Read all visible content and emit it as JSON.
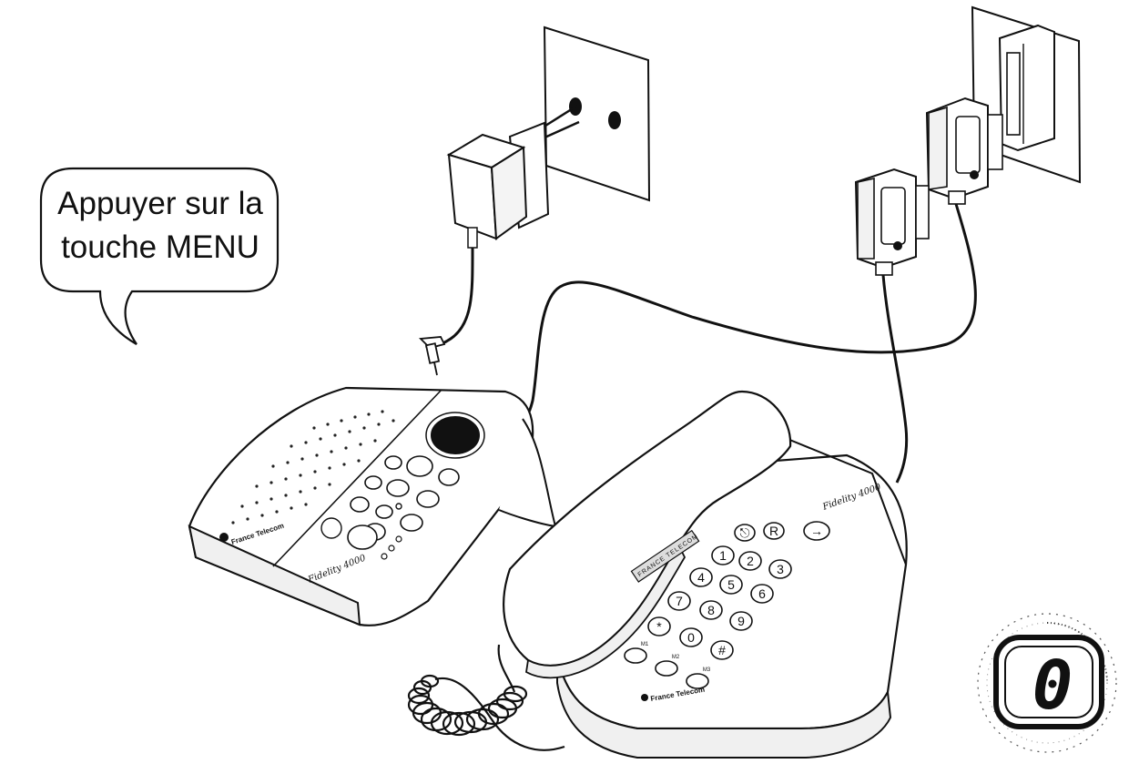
{
  "speech_bubble": {
    "line1": "Appuyer sur la",
    "line2": "touche MENU"
  },
  "answering_machine": {
    "brand": "France Telecom",
    "model": "Fidelity 4000"
  },
  "telephone": {
    "model": "Fidelity 4000",
    "brand": "France Telecom",
    "handset_tag": "FRANCE TELECOM",
    "function_keys": [
      "⎋",
      "R",
      "→"
    ],
    "keypad": [
      "1",
      "2",
      "3",
      "4",
      "5",
      "6",
      "7",
      "8",
      "9",
      "*",
      "0",
      "#"
    ],
    "memory_keys": [
      "M1",
      "M2",
      "M3"
    ]
  },
  "display": {
    "value": "0"
  }
}
